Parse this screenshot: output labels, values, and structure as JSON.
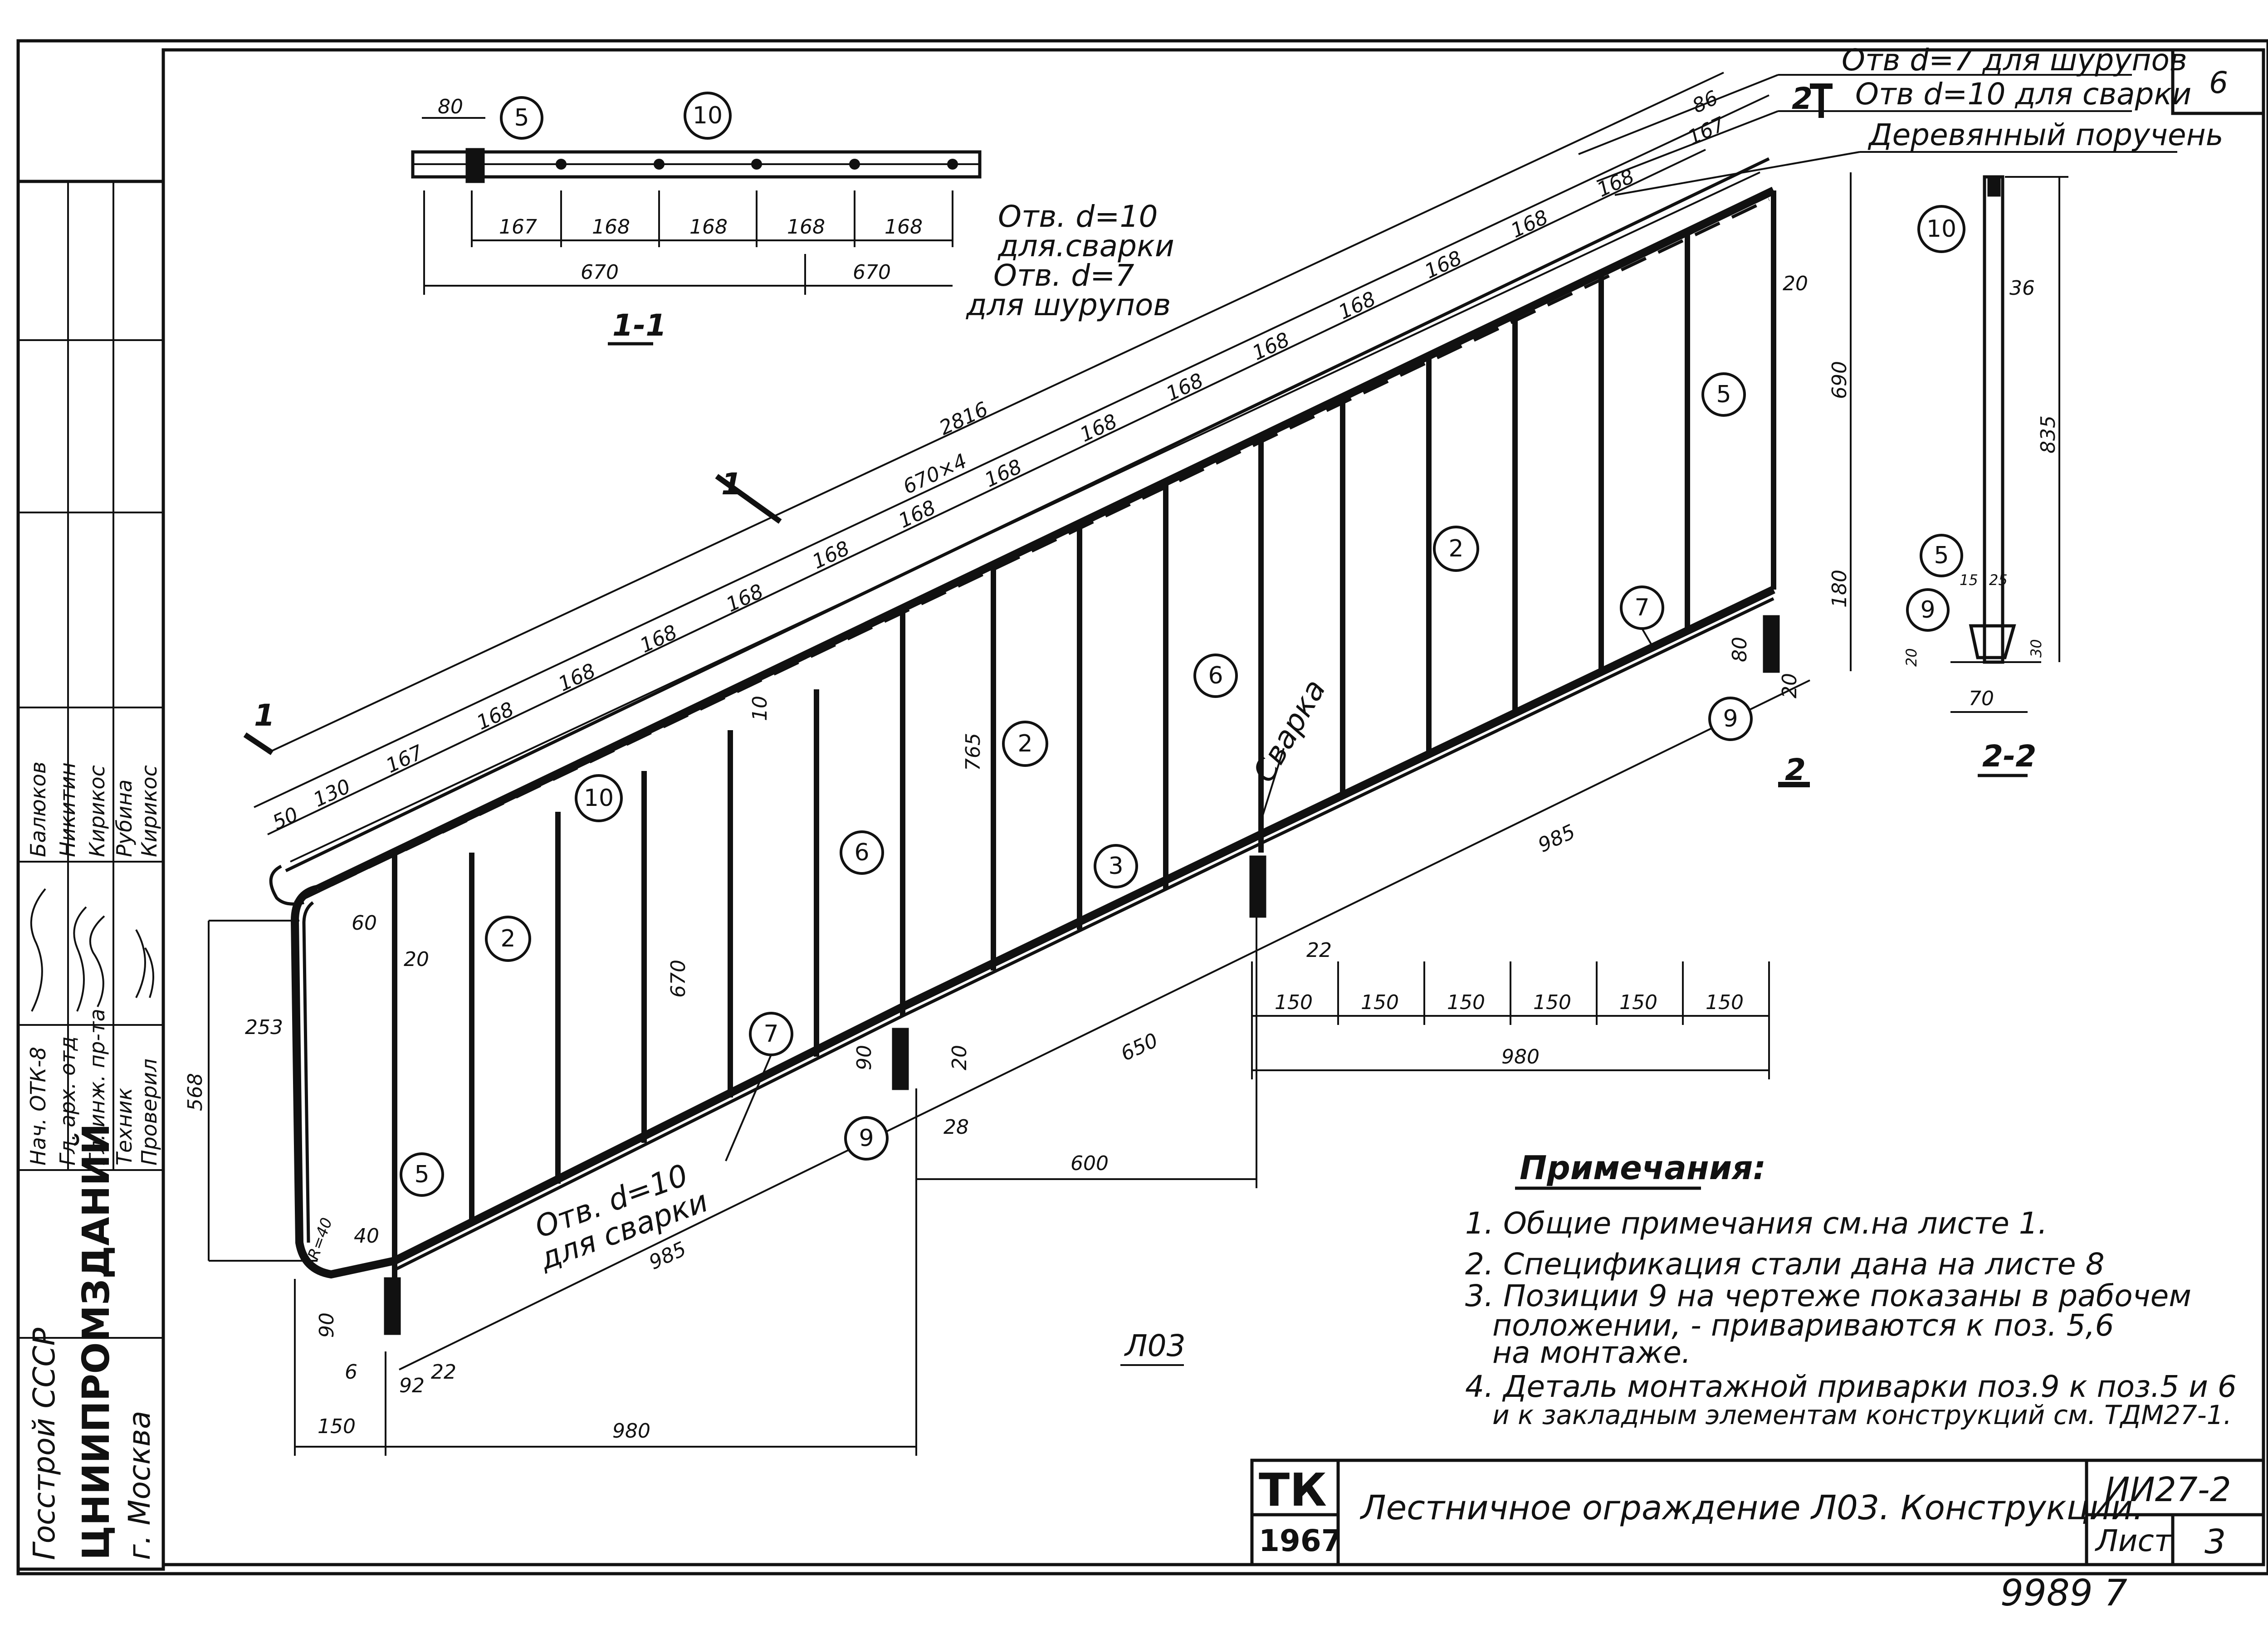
{
  "sheet_no_corner": "6",
  "section_1_1": {
    "title": "1-1",
    "dim_top": "80",
    "pos_5": "5",
    "pos_10": "10",
    "spacing": [
      "167",
      "168",
      "168",
      "168",
      "168"
    ],
    "total_left": "670",
    "total_right": "670",
    "hole_weld_1": "Отв. d=10",
    "hole_weld_2": "для.сварки",
    "hole_screw_1": "Отв. d=7",
    "hole_screw_2": "для шурупов"
  },
  "section_2_2": {
    "title": "2-2",
    "pos_10": "10",
    "pos_5": "5",
    "pos_9": "9",
    "d36": "36",
    "d835": "835",
    "d15": "15",
    "d25": "25",
    "d30": "30",
    "d20": "20",
    "d70": "70"
  },
  "callouts": {
    "screw": "Отв d=7 для шурупов",
    "weld": "Отв d=10 для сварки",
    "wood": "Деревянный поручень",
    "mark2": "2",
    "mark1": "1",
    "weld_label": "Сварка",
    "hole_weld_1": "Отв. d=10",
    "hole_weld_2": "для сварки"
  },
  "main_view": {
    "top_dims": [
      "50",
      "130",
      "167",
      "168",
      "168",
      "168",
      "168",
      "168",
      "168",
      "168",
      "168",
      "168",
      "168",
      "168",
      "168",
      "168",
      "168",
      "167",
      "86"
    ],
    "d2816": "2816",
    "d670x4": "670×4",
    "d985_top": "985",
    "d985_bot": "985",
    "d650": "650",
    "d600": "600",
    "d980_right": "980",
    "d980_left": "980",
    "d150_bottom": [
      "150",
      "150",
      "150",
      "150",
      "150",
      "150"
    ],
    "d150_left": "150",
    "d568": "568",
    "d253": "253",
    "d670_v": "670",
    "d765_v": "765",
    "d690": "690",
    "d180": "180",
    "d20": "20",
    "d22": "22",
    "d28": "28",
    "d90": "90",
    "d80": "80",
    "d60": "60",
    "d40": "40",
    "d6": "6",
    "d92": "92",
    "d10": "10",
    "r40": "R=40",
    "positions": [
      "2",
      "3",
      "5",
      "6",
      "7",
      "9",
      "10"
    ],
    "lo3": "Л03"
  },
  "notes": {
    "title": "Примечания:",
    "lines": [
      "1. Общие примечания см.на листе 1.",
      "2. Спецификация стали дана на листе 8",
      "3. Позиции 9 на чертеже показаны в рабочем",
      "положении, - привариваются к поз. 5,6",
      "на монтаже.",
      "4. Деталь монтажной приварки поз.9 к поз.5 и 6",
      "и к закладным элементам конструкций см. ТДМ27-1."
    ]
  },
  "title_block": {
    "tk": "ТК",
    "year": "1967",
    "title": "Лестничное ограждение Л03. Конструкции.",
    "code": "ИИ27-2",
    "sheet_label": "Лист",
    "sheet_num": "3",
    "archive_no": "9989 7"
  },
  "side_stamp": {
    "org1": "Госстрой СССР",
    "org2": "ЦНИИПРОМЗДАНИЙ",
    "city": "г. Москва",
    "roles": [
      "Нач. ОТК-8",
      "Гл. арх. отд",
      "Гл. инж. пр-та",
      "Техник",
      "Проверил"
    ],
    "names": [
      "Балюков",
      "Никитин",
      "Кирикос",
      "Рубина",
      "Кирикос"
    ]
  }
}
